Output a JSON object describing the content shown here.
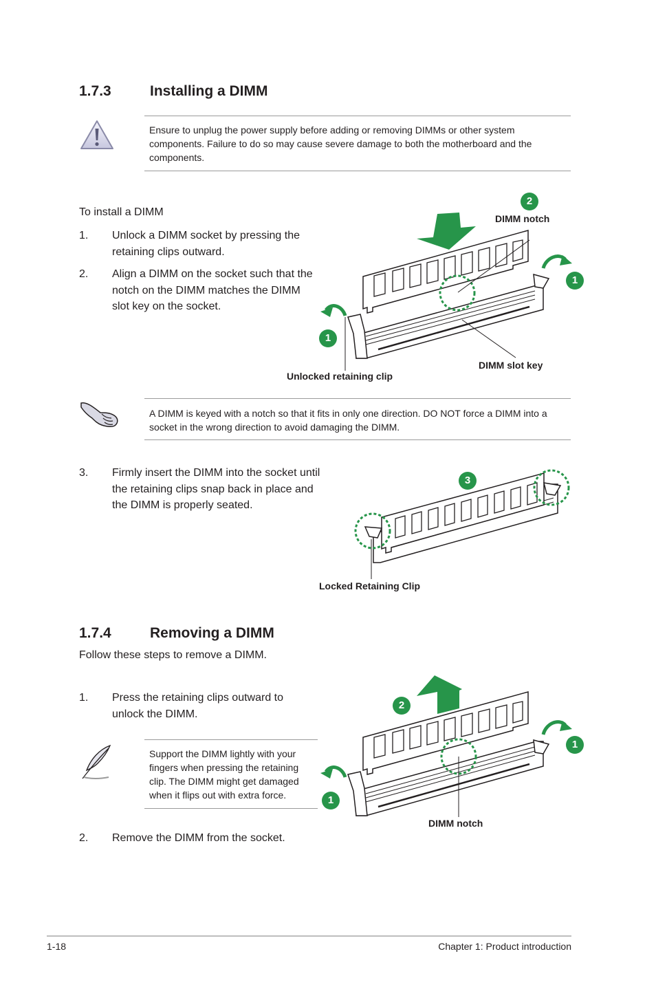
{
  "section_install": {
    "number": "1.7.3",
    "title": "Installing a DIMM"
  },
  "warning_note": "Ensure to unplug the power supply before adding or removing DIMMs or other system components. Failure to do so may cause severe damage to both the motherboard and the components.",
  "install_intro": "To install a DIMM",
  "install_steps": [
    {
      "num": "1.",
      "text": "Unlock a DIMM socket by pressing the retaining clips outward."
    },
    {
      "num": "2.",
      "text": "Align a DIMM on the socket such that the notch on the DIMM matches the DIMM slot key on the socket."
    },
    {
      "num": "3.",
      "text": "Firmly insert the DIMM into the socket until the retaining clips snap back in place and the DIMM is properly seated."
    }
  ],
  "figure1": {
    "badges": [
      "2",
      "1",
      "1"
    ],
    "labels": {
      "notch": "DIMM notch",
      "slot_key": "DIMM slot key",
      "clip": "Unlocked retaining clip"
    }
  },
  "caution_note": "A DIMM is keyed with a notch so that it fits in only one direction. DO NOT force a DIMM into a socket in the wrong direction to avoid damaging the DIMM.",
  "figure2": {
    "badge": "3",
    "label": "Locked Retaining Clip"
  },
  "section_remove": {
    "number": "1.7.4",
    "title": "Removing a DIMM"
  },
  "remove_intro": "Follow these steps to remove a DIMM.",
  "remove_steps": [
    {
      "num": "1.",
      "text": "Press the retaining clips outward to unlock the DIMM."
    },
    {
      "num": "2.",
      "text": "Remove the DIMM from the socket."
    }
  ],
  "support_note": "Support the DIMM lightly with your fingers when pressing the retaining clip. The DIMM might get damaged when it flips out with extra force.",
  "figure3": {
    "badges": [
      "2",
      "1",
      "1"
    ],
    "label": "DIMM notch"
  },
  "footer": {
    "page": "1-18",
    "chapter": "Chapter 1: Product introduction"
  },
  "colors": {
    "accent_green": "#27954a",
    "rule_gray": "#9a9a9a",
    "text": "#231f20"
  },
  "icons": [
    "warning-icon",
    "hand-icon",
    "feather-pen-icon"
  ]
}
